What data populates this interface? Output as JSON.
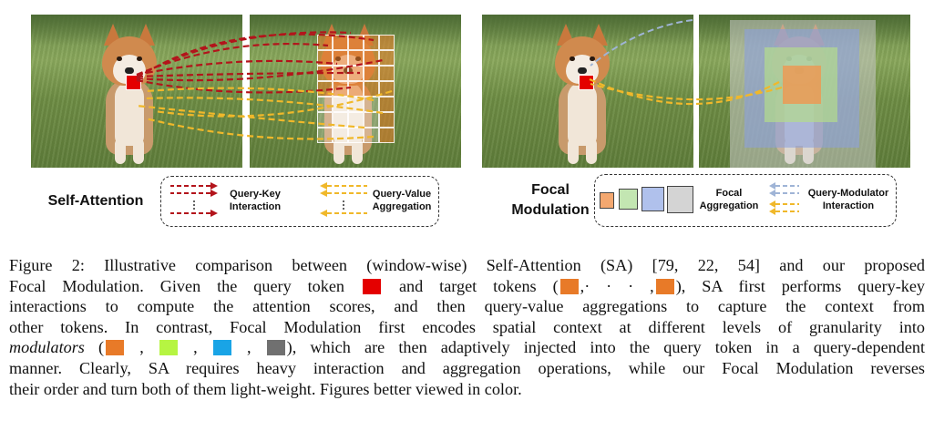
{
  "self_attention": {
    "label": "Self-Attention",
    "legend": {
      "query_key": "Query-Key\nInteraction",
      "query_value": "Query-Value\nAggregation"
    }
  },
  "focal_modulation": {
    "label": "Focal\nModulation",
    "legend": {
      "focal_aggregation": "Focal\nAggregation",
      "query_modulator": "Query-Modulator\nInteraction"
    }
  },
  "colors": {
    "query": "#e40000",
    "target": "#e87a28",
    "modulator_orange": "#e87a28",
    "modulator_green": "#b6f542",
    "modulator_blue": "#19a4e6",
    "modulator_gray": "#707070",
    "qk_arrow": "#b3141b",
    "qv_arrow": "#f0b82a",
    "qm_arrow_blue": "#9fb4d6"
  },
  "caption": {
    "line1": "Figure 2: Illustrative comparison between (window-wise) Self-Attention (SA) [79, 22, 54] and our proposed",
    "line2a": "Focal Modulation.  Given the query token",
    "line2b": "and target tokens (",
    "line2c": ",· · · ,",
    "line2d": "), SA first performs query-key",
    "line3": "interactions to compute the attention scores, and then query-value aggregations to capture the context from",
    "line4": "other tokens. In contrast, Focal Modulation first encodes spatial context at different levels of granularity into",
    "line5_italic": "modulators",
    "line5a": " (",
    "line5sep": ",",
    "line5b": "), which are then adaptively injected into the query token in a query-dependent",
    "line6": "manner. Clearly, SA requires heavy interaction and aggregation operations, while our Focal Modulation reverses",
    "line7": "their order and turn both of them light-weight. Figures better viewed in color."
  }
}
